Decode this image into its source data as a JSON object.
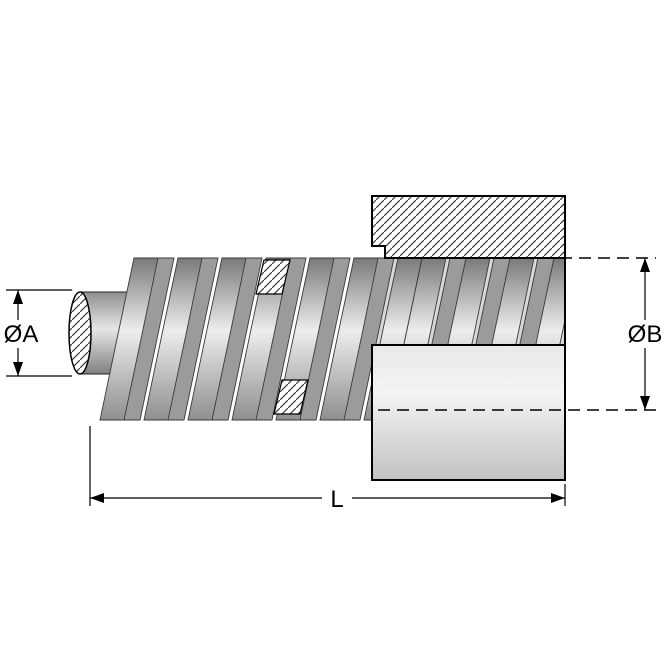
{
  "diagram": {
    "labels": {
      "dia_a": "ØA",
      "dia_b": "ØB",
      "length": "L"
    },
    "colors": {
      "background": "#ffffff",
      "outline": "#000000",
      "hatch_line": "#3c3c3c",
      "coil_dark": "#7a7a7a",
      "coil_light": "#ededed",
      "back_coil": "#9b9b9b",
      "body_light": "#f4f4f4",
      "body_dark": "#c2c2c2",
      "bore": "#d8d8d8",
      "rod_light": "#e6e6e6",
      "rod_dark": "#808080"
    }
  }
}
